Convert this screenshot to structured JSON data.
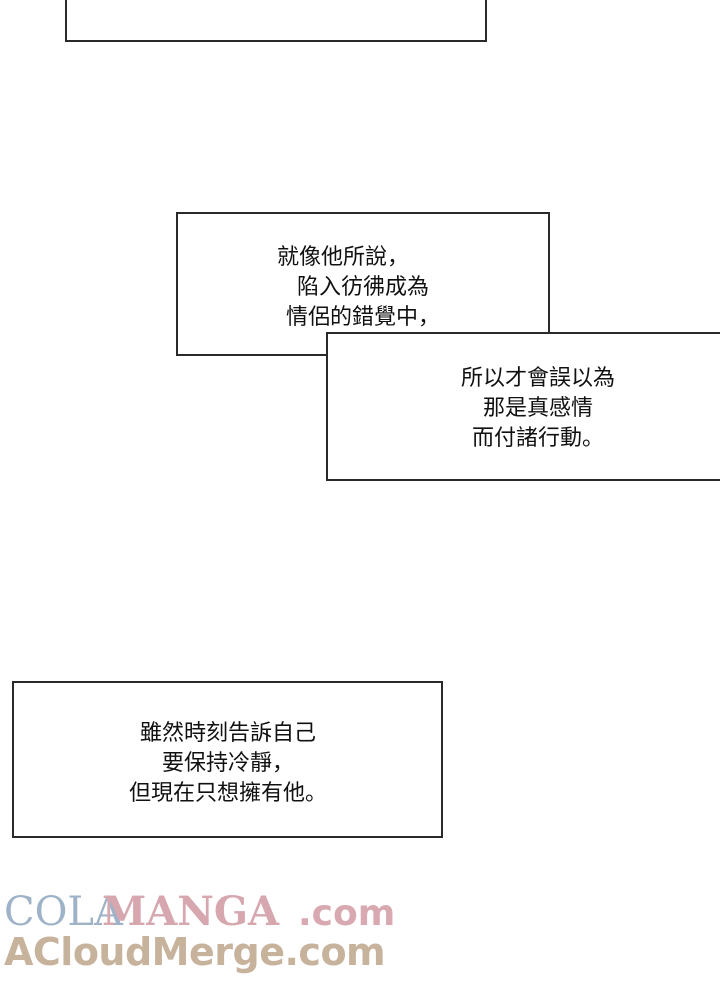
{
  "captions": [
    {
      "lines": [
        "就像他所說，",
        "陷入彷彿成為",
        "情侶的錯覺中，"
      ]
    },
    {
      "lines": [
        "所以才會誤以為",
        "那是真感情",
        "而付諸行動。"
      ]
    },
    {
      "lines": [
        "雖然時刻告訴自己",
        "要保持冷靜，",
        "但現在只想擁有他。"
      ]
    }
  ],
  "watermark": {
    "part1": "COLA",
    "part2": "MANGA",
    "part3": ".com",
    "line2": "ACloudMerge.com"
  },
  "colors": {
    "border": "#2a2a2a",
    "text": "#111111",
    "background": "#ffffff",
    "watermark_blue": "#9fb3c8",
    "watermark_pink": "#d6a7ae",
    "watermark_tan": "#c7b29c"
  }
}
